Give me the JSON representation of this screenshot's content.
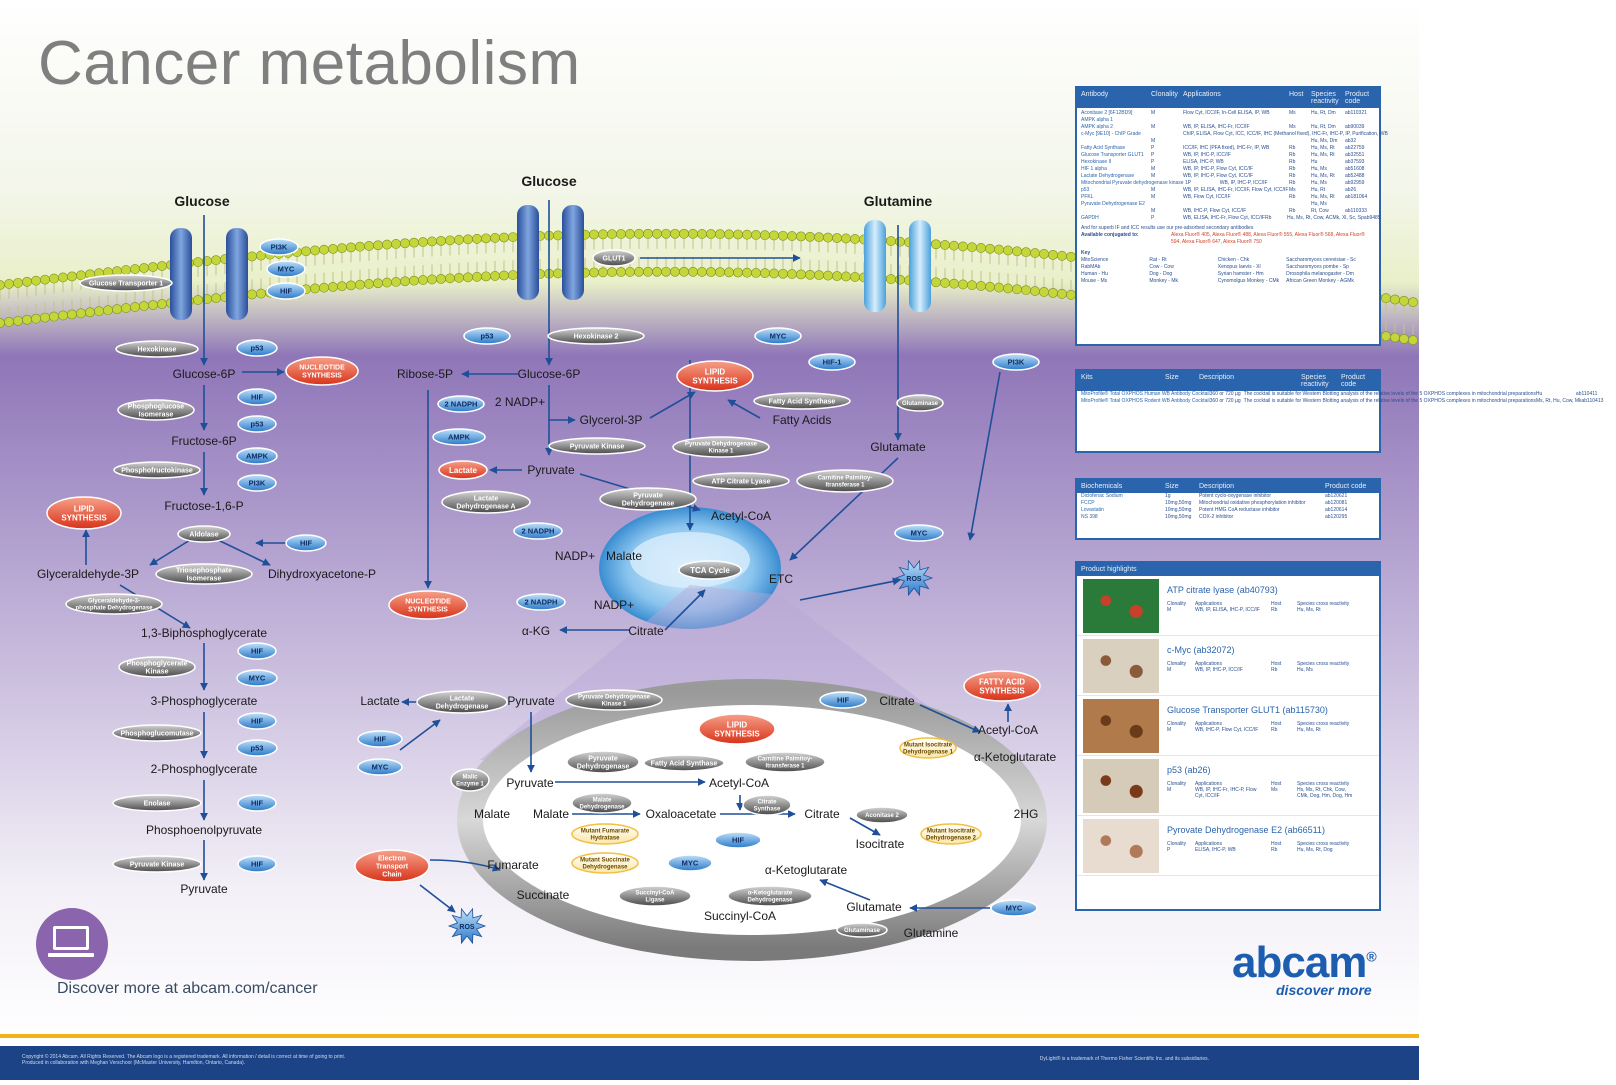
{
  "title": "Cancer metabolism",
  "discover": "Discover more at abcam.com/cancer",
  "logo": {
    "name": "abcam",
    "tagline": "discover more"
  },
  "footer": {
    "copyright": "Copyright © 2014 Abcam. All Rights Reserved. The Abcam logo is a registered trademark. All information / detail is correct at time of going to print.",
    "produced": "Produced in collaboration with Meghan Verschoor (McMaster University, Hamilton, Ontario, Canada).",
    "trademark": "DyLight® is a trademark of Thermo Fisher Scientific Inc. and its subsidiaries."
  },
  "colors": {
    "membrane": "#b6cb2e",
    "cytoplasm": "#7c63a9",
    "blue_node": "#2f7ed0",
    "red_node": "#e2462e",
    "grey_node": "#5f5f5f",
    "arrow": "#1f4f98"
  },
  "antibody_table": {
    "headers": [
      "Antibody",
      "Clonality",
      "Applications",
      "Host",
      "Species reactivity",
      "Product code"
    ],
    "rows": [
      [
        "Aconitase 2 [6F12BD9]",
        "M",
        "Flow Cyt, ICC/IF, In-Cell ELISA, IP, WB",
        "Ms",
        "Hu, Rt, Dm",
        "ab110321"
      ],
      [
        "AMPK alpha 1",
        "",
        "",
        "",
        "",
        ""
      ],
      [
        "AMPK alpha 2",
        "M",
        "WB, IP, ELISA, IHC-Fr, ICC/IF",
        "Ms",
        "Hu, Rt, Dm",
        "ab90039"
      ],
      [
        "c-Myc [9E10] - ChIP Grade",
        "",
        "ChIP, ELISA, Flow Cyt, ICC, ICC/IF, IHC (Methanol fixed), IHC-Fr, IHC-P, IP, Purification, WB",
        "",
        "",
        ""
      ],
      [
        "",
        "M",
        "",
        "",
        "Hu, Ms, Dm",
        "ab32"
      ],
      [
        "Fatty Acid Synthase",
        "P",
        "ICC/IF, IHC (PFA fixed), IHC-Fr, IP, WB",
        "Rb",
        "Hu, Ms, Rt",
        "ab22759"
      ],
      [
        "Glucose Transporter GLUT1",
        "P",
        "WB, IP, IHC-P, ICC/IF",
        "Rb",
        "Hu, Ms, Rt",
        "ab32551"
      ],
      [
        "Hexokinase II",
        "P",
        "ELISA, IHC-P, WB",
        "Rb",
        "Hu",
        "ab37593"
      ],
      [
        "HIF 1 alpha",
        "M",
        "WB, IP, IHC-P, Flow Cyt, ICC/IF",
        "Rb",
        "Hu, Ms",
        "ab51608"
      ],
      [
        "Lactate Dehydrogenase",
        "M",
        "WB, IP, IHC-P, Flow Cyt, ICC/IF",
        "Rb",
        "Hu, Ms, Rt",
        "ab52488"
      ],
      [
        "Mitochondrial Pyruvate dehydrogenase kinase 1",
        "P",
        "WB, IP, IHC-P, ICC/IF",
        "Rb",
        "Hu, Ms",
        "ab92959"
      ],
      [
        "p53",
        "M",
        "WB, IP, ELISA, IHC-Fr, ICC/IF, Flow Cyt, ICC/IF",
        "Ms",
        "Hu, Rt",
        "ab26"
      ],
      [
        "PFKL",
        "M",
        "WB, Flow Cyt, ICC/IF",
        "Rb",
        "Hu, Ms, Rt",
        "ab181064"
      ],
      [
        "Pyruvate Dehydrogenase E2",
        "",
        "",
        "",
        "Hu, Ms",
        ""
      ],
      [
        "",
        "M",
        "WB, IHC-P, Flow Cyt, ICC/IF",
        "Rb",
        "Rt, Cow",
        "ab110333"
      ],
      [
        "GAPDH",
        "P",
        "WB, ELISA, IHC-Fr, Flow Cyt, ICC/IF",
        "Rb",
        "Hu, Ms, Rt, Cow, ACMk, Xl, Sc, Sp",
        "ab9485"
      ]
    ],
    "note": "And for superb IF and ICC results use our pre-adsorbed secondary antibodies",
    "conjugates_label": "Available conjugated to:",
    "conjugates": "Alexa Fluor® 405, Alexa Fluor® 488, Alexa Fluor® 555, Alexa Fluor® 568, Alexa Fluor® 594, Alexa Fluor® 647, Alexa Fluor® 750",
    "key_title": "Key",
    "key_rows": [
      [
        "MitoScience",
        "Rat - Rt",
        "Chicken - Chk",
        "Saccharomyces cerevisiae - Sc"
      ],
      [
        "RabMAb",
        "Cow - Cow",
        "Xenopus laevis - Xl",
        "Saccharomyces pombe - Sp"
      ],
      [
        "Human - Hu",
        "Dog - Dog",
        "Syrian hamster - Hm",
        "Drosophila melanogaster - Dm"
      ],
      [
        "Mouse - Ms",
        "Monkey - Mk",
        "Cynomolgus Monkey - CMk",
        "African Green Monkey - AGMk"
      ]
    ]
  },
  "kits_table": {
    "headers": [
      "Kits",
      "Size",
      "Description",
      "Species reactivity",
      "Product code"
    ],
    "rows": [
      [
        "MitoProfile® Total OXPHOS Human WB Antibody Cocktail",
        "360 or 720 µg",
        "The cocktail is suitable for Western Blotting analysis of the relative levels of the 5 OXPHOS complexes in mitochondrial preparations",
        "Hu",
        "ab110411"
      ],
      [
        "MitoProfile® Total OXPHOS Rodent WB Antibody Cocktail",
        "360 or 720 µg",
        "The cocktail is suitable for Western Blotting analysis of the relative levels of the 5 OXPHOS complexes in mitochondrial preparations",
        "Ms, Rt, Hu, Cow, Mk",
        "ab110413"
      ]
    ]
  },
  "biochem_table": {
    "headers": [
      "Biochemicals",
      "Size",
      "Description",
      "Product code"
    ],
    "rows": [
      [
        "Diclofenac Sodium",
        "1g",
        "Potent cyclo-oxygenase inhibitor",
        "ab120621"
      ],
      [
        "FCCP",
        "10mg,50mg",
        "Mitochondrial oxidative phosphorylation inhibitor",
        "ab120081"
      ],
      [
        "Lovastatin",
        "10mg,50mg",
        "Potent HMG CoA reductase inhibitor",
        "ab120614"
      ],
      [
        "NS 398",
        "10mg,50mg",
        "COX-2 inhibitor",
        "ab120295"
      ]
    ]
  },
  "product_highlights": {
    "header": "Product highlights",
    "labels": {
      "clonality": "Clonality",
      "applications": "Applications",
      "host": "Host",
      "species": "Species cross reactivity"
    },
    "items": [
      {
        "name": "ATP citrate lyase (ab40793)",
        "clonality": "M",
        "applications": "WB, IP, ELISA, IHC-P, ICC/IF",
        "host": "Rb",
        "species": "Hu, Ms, Rt"
      },
      {
        "name": "c-Myc (ab32072)",
        "clonality": "M",
        "applications": "WB, IP, IHC-P, ICC/IF",
        "host": "Rb",
        "species": "Hu, Ms"
      },
      {
        "name": "Glucose Transporter GLUT1 (ab115730)",
        "clonality": "M",
        "applications": "WB, IHC-P, Flow Cyt, ICC/IF",
        "host": "Rb",
        "species": "Hu, Ms, Rt"
      },
      {
        "name": "p53 (ab26)",
        "clonality": "M",
        "applications": "WB, IP, IHC-Fr, IHC-P, Flow Cyt, ICC/IF",
        "host": "Ms",
        "species": "Hs, Ms, Rt, Chk, Cow, CMk, Dog, Hm, Dog, Hm"
      },
      {
        "name": "Pyrovate Dehydrogenase E2 (ab66511)",
        "clonality": "P",
        "applications": "ELISA, IHC-P, WB",
        "host": "Rb",
        "species": "Hu, Ms, Rt, Dog"
      }
    ]
  },
  "diagram": {
    "membrane_labels": {
      "glucose_left": "Glucose",
      "glucose_mid": "Glucose",
      "glutamine": "Glutamine"
    },
    "left_pathway": {
      "metabolites": [
        "Glucose-6P",
        "Fructose-6P",
        "Fructose-1,6-P",
        "Glyceraldehyde-3P",
        "Dihydroxyacetone-P",
        "1,3-Biphosphoglycerate",
        "3-Phosphoglycerate",
        "2-Phosphoglycerate",
        "Phosphoenolpyruvate",
        "Pyruvate"
      ],
      "enzymes": [
        "Glucose Transporter 1",
        "Hexokinase",
        "Phosphoglucose Isomerase",
        "Phosphofructokinase",
        "Aldolase",
        "Triosephosphate Isomerase",
        "Glyceraldehyde-3-phosphate Dehydrogenase",
        "Phosphoglycerate Kinase",
        "Phosphoglucomutase",
        "Enolase",
        "Pyruvate Kinase"
      ],
      "regulators": [
        "PI3K",
        "MYC",
        "HIF",
        "p53",
        "HIF",
        "p53",
        "AMPK",
        "PI3K",
        "HIF",
        "HIF",
        "MYC",
        "HIF",
        "p53",
        "HIF",
        "HIF"
      ],
      "red": [
        "NUCLEOTIDE SYNTHESIS",
        "LIPID SYNTHESIS"
      ]
    },
    "mid_pathway": {
      "metabolites": [
        "Ribose-5P",
        "Glucose-6P",
        "2 NADP+",
        "Glycerol-3P",
        "Pyruvate",
        "Lactate",
        "Acetyl-CoA",
        "Malate",
        "NADP+",
        "NADP+",
        "α-KG",
        "Citrate",
        "Fatty Acids",
        "Glutamate",
        "ETC"
      ],
      "enzymes": [
        "GLUT1",
        "Hexokinase 2",
        "Pyruvate Kinase",
        "Lactate Dehydrogenase A",
        "Pyruvate Dehydrogenase Kinase 1",
        "ATP Citrate Lyase",
        "Carnitine Palmitoyltransferase 1",
        "Fatty Acid Synthase",
        "Pyruvate Dehydrogenase",
        "Glutaminase",
        "TCA Cycle"
      ],
      "regulators": [
        "p53",
        "MYC",
        "HIF-1",
        "PI3K",
        "AMPK",
        "2 NADPH",
        "2 NADPH",
        "2 NADPH",
        "MYC",
        "ROS"
      ],
      "red": [
        "LIPID SYNTHESIS",
        "NUCLEOTIDE SYNTHESIS",
        "Lactate"
      ]
    },
    "mito_detail": {
      "metabolites": [
        "Lactate",
        "Pyruvate",
        "Pyruvate",
        "Acetyl-CoA",
        "Malate",
        "Malate",
        "Oxaloacetate",
        "Citrate",
        "Citrate",
        "Isocitrate",
        "α-Ketoglutarate",
        "Fumarate",
        "Succinate",
        "Succinyl-CoA",
        "Glutamate",
        "Glutamine",
        "Acetyl-CoA",
        "α-Ketoglutarate",
        "2HG"
      ],
      "enzymes": [
        "Lactate Dehydrogenase",
        "Pyruvate Dehydrogenase Kinase 1",
        "Pyruvate Dehydrogenase",
        "Fatty Acid Synthase",
        "Carnitine Palmitoyltransferase 1",
        "Malic Enzyme 1",
        "Malate Dehydrogenase",
        "Citrate Synthase",
        "Aconitase 2",
        "Succinyl-CoA Ligase",
        "α-Ketoglutarate Dehydrogenase",
        "Glutaminase"
      ],
      "mutants": [
        "Mutant Isocitrate Dehydrogenase 1",
        "Mutant Isocitrate Dehydrogenase 2",
        "Mutant Fumarate Hydratase",
        "Mutant Succinate Dehydrogenase"
      ],
      "regulators": [
        "HIF",
        "HIF",
        "MYC",
        "HIF",
        "MYC",
        "MYC",
        "ROS"
      ],
      "red": [
        "LIPID SYNTHESIS",
        "FATTY ACID SYNTHESIS",
        "Electron Transport Chain"
      ]
    }
  }
}
